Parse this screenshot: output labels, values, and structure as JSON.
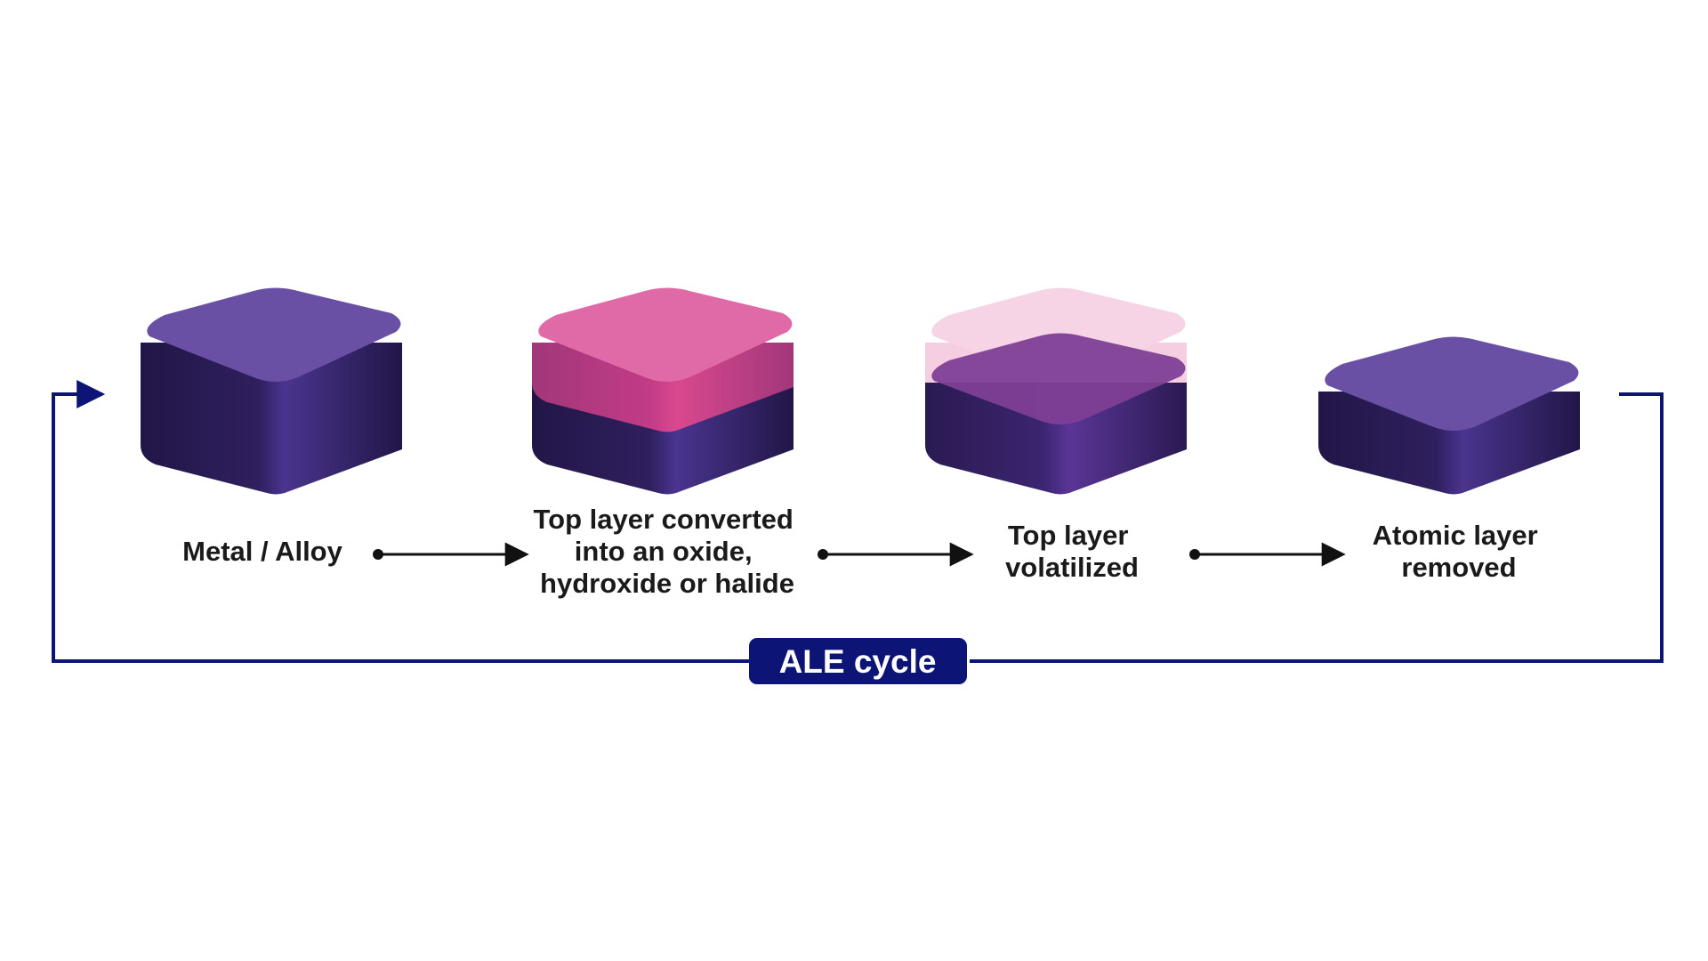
{
  "steps": [
    {
      "label_lines": [
        "Metal / Alloy"
      ]
    },
    {
      "label_lines": [
        "Top layer converted",
        "into an oxide,",
        "hydroxide or halide"
      ]
    },
    {
      "label_lines": [
        "Top layer",
        "volatilized"
      ]
    },
    {
      "label_lines": [
        "Atomic layer",
        "removed"
      ]
    }
  ],
  "cycle_label": "ALE cycle",
  "colors": {
    "metal_top": "#6a50a4",
    "metal_side_dark": "#241748",
    "metal_side_light": "#4d3591",
    "oxide_top": "#e06aa8",
    "oxide_side_dark": "#b24088",
    "oxide_side_light": "#dc4a92",
    "volatilized_ghost": "#f3c6dd",
    "cycle_line": "#0c1475",
    "cycle_badge": "#0c1475",
    "arrow": "#111111"
  }
}
